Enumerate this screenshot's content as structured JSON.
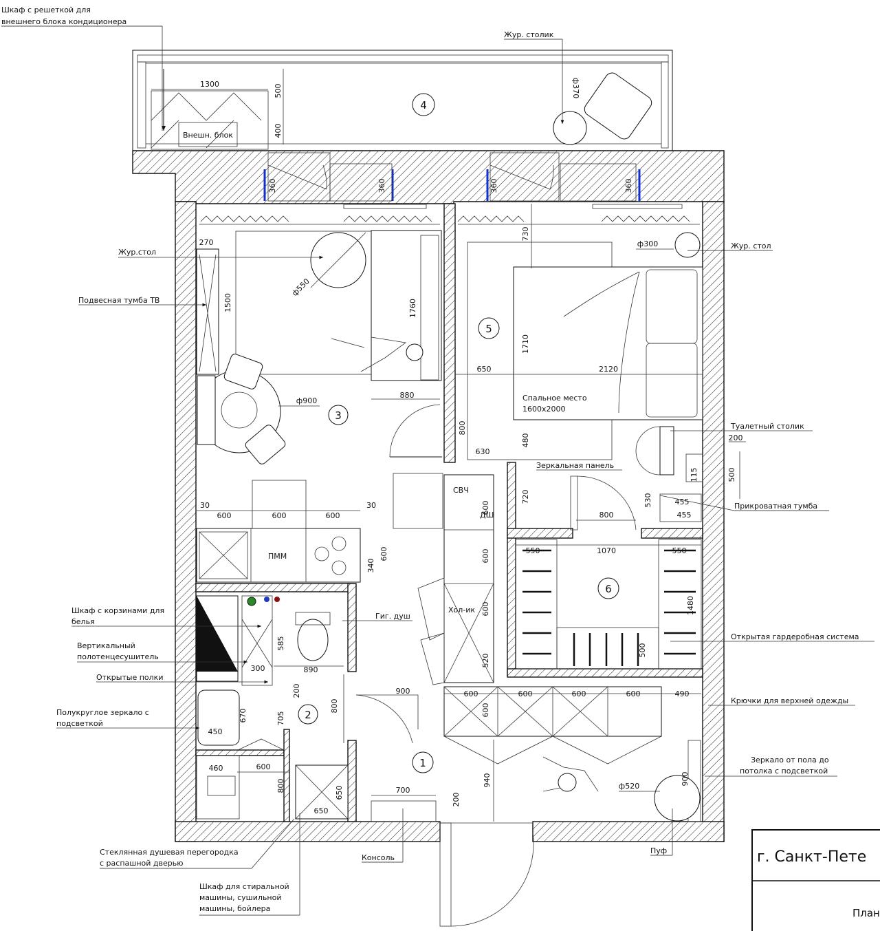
{
  "labels": {
    "ac_cabinet": [
      "Шкаф с решеткой для",
      "внешнего блока кондиционера"
    ],
    "coffee_table_balcony": "Жур. столик",
    "coffee_table_living": "Жур.стол",
    "tv_unit": "Подвесная тумба ТВ",
    "coffee_table_bedroom": "Жур. стол",
    "vanity_table": "Туалетный столик",
    "mirror_panel": "Зеркальная панель",
    "bedside": "Прикроватная тумба",
    "laundry_cabinet": [
      "Шкаф с корзинами для",
      "белья"
    ],
    "towel_warmer": [
      "Вертикальный",
      "полотенцесушитель"
    ],
    "open_shelves": "Открытые полки",
    "round_mirror": [
      "Полукруглое зеркало с",
      "подсветкой"
    ],
    "hygienic_shower": "Гиг. душ",
    "wardrobe_system": "Открытая гардеробная система",
    "coat_hooks": "Крючки для верхней одежды",
    "full_mirror": [
      "Зеркало от пола до",
      "потолка с подсветкой"
    ],
    "glass_partition": [
      "Стеклянная душевая перегородка",
      "с распашной дверью"
    ],
    "washer_cabinet": [
      "Шкаф для стиральной",
      "машины, сушильной",
      "машины, бойлера"
    ],
    "console": "Консоль",
    "pouf": "Пуф",
    "ext_unit": "Внешн. блок",
    "bed_note": [
      "Спальное место",
      "1600x2000"
    ],
    "microwave": "СВЧ",
    "dishwasher": "ДШ",
    "fridge": "Хол-ик",
    "mmm": "ПММ"
  },
  "rooms": [
    "1",
    "2",
    "3",
    "4",
    "5",
    "6"
  ],
  "dims": {
    "d1300": "1300",
    "d500a": "500",
    "d400": "400",
    "d370": "ф370",
    "d360a": "360",
    "d360b": "360",
    "d360c": "360",
    "d360d": "360",
    "d270": "270",
    "d1500": "1500",
    "d550": "ф550",
    "d1760": "1760",
    "d880": "880",
    "d900c": "ф900",
    "d730": "730",
    "d300": "ф300",
    "d1710": "1710",
    "d650": "650",
    "d2120": "2120",
    "d800a": "800",
    "d630": "630",
    "d480": "480",
    "d200a": "200",
    "d500b": "500",
    "d115": "115",
    "d455a": "455",
    "d455b": "455",
    "d530": "530",
    "d720": "720",
    "d800b": "800",
    "d30a": "30",
    "d600a": "600",
    "d600b": "600",
    "d600c": "600",
    "d30b": "30",
    "d600v1": "600",
    "d340": "340",
    "d600v2": "600",
    "d600d": "600",
    "d550a": "550",
    "d1070": "1070",
    "d550b": "550",
    "d1480": "1480",
    "d500c": "500",
    "d600v3": "600",
    "d520": "520",
    "d585": "585",
    "d300b": "300",
    "d890": "890",
    "d200b": "200",
    "d800c": "800",
    "d900": "900",
    "d600e": "600",
    "d600f": "600",
    "d600g": "600",
    "d600h": "600",
    "d490": "490",
    "d600v4": "600",
    "d670": "670",
    "d450": "450",
    "d705": "705",
    "d460": "460",
    "d600i": "600",
    "d800d": "800",
    "d650b": "650",
    "d650c": "650",
    "d700": "700",
    "d200c": "200",
    "d940": "940",
    "d520b": "ф520",
    "d900b": "900"
  },
  "stamp": {
    "city": "г. Санкт-Пете",
    "sheet": "План"
  }
}
